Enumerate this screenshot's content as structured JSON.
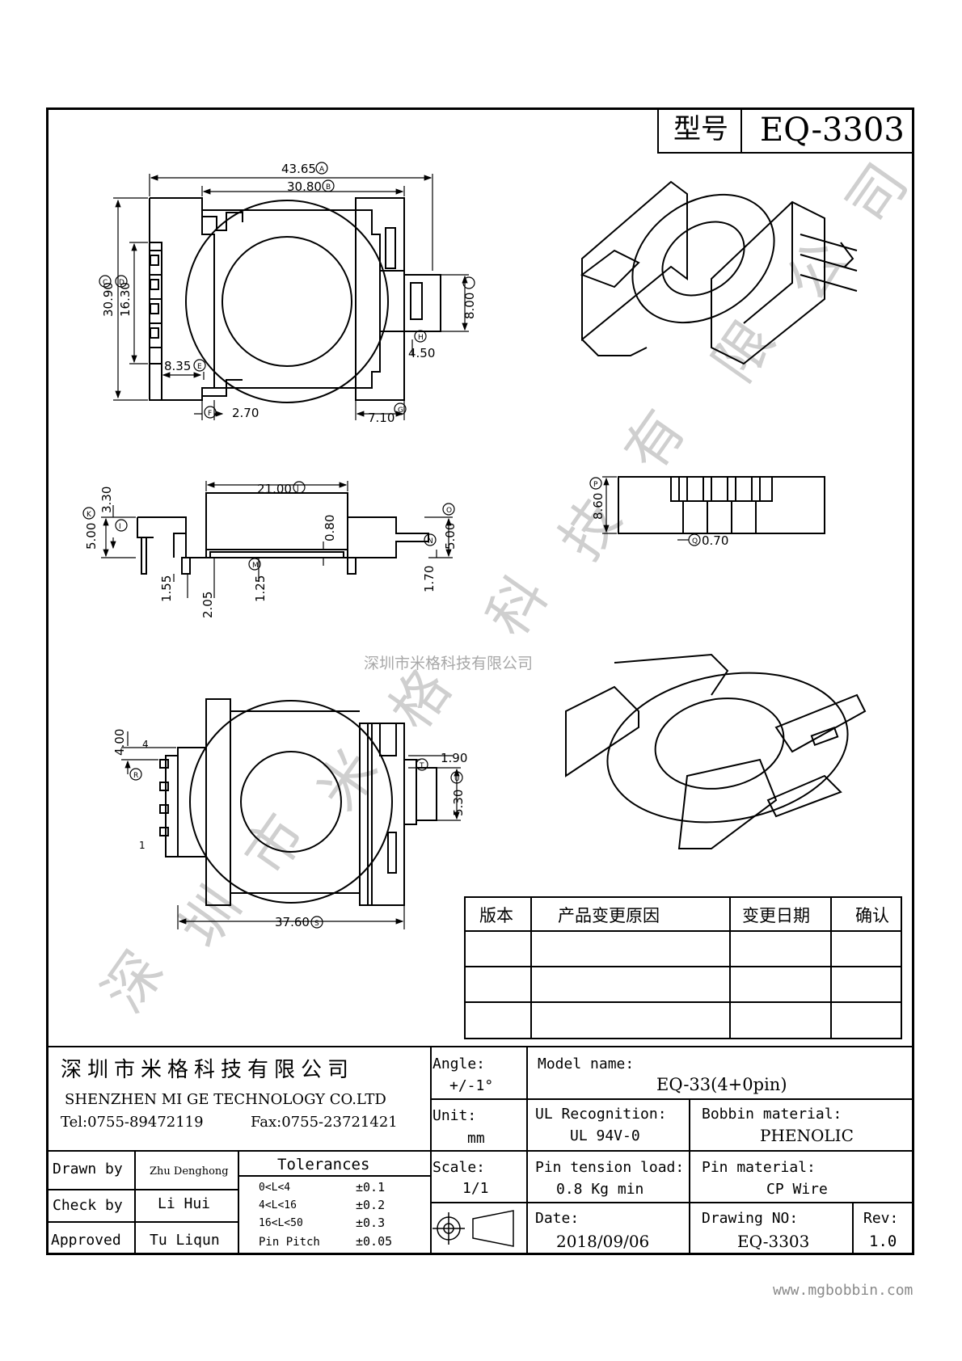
{
  "header": {
    "model_label": "型号",
    "model_value": "EQ-3303"
  },
  "top_view": {
    "dim_A": "43.65",
    "mark_A": "A",
    "dim_B": "30.80",
    "mark_B": "B",
    "dim_C": "30.90",
    "mark_C": "C",
    "dim_D": "16.30",
    "mark_D": "D",
    "dim_E": "8.35",
    "mark_E": "E",
    "dim_F": "2.70",
    "mark_F": "F",
    "dim_G": "7.10",
    "mark_G": "G",
    "dim_H": "4.50",
    "mark_H": "H",
    "dim_8": "8.00"
  },
  "side_view": {
    "dim_J": "21.00",
    "mark_J": "J",
    "dim_330": "3.30",
    "dim_500_l": "5.00",
    "mark_K": "K",
    "mark_I": "I",
    "dim_080": "0.80",
    "dim_500_r": "5.00",
    "mark_O": "O",
    "mark_N": "N",
    "dim_155": "1.55",
    "dim_205": "2.05",
    "dim_125": "1.25",
    "mark_M": "M",
    "dim_170": "1.70"
  },
  "pin_view": {
    "dim_P": "8.60",
    "mark_P": "P",
    "dim_Q": "0.70",
    "mark_Q": "Q"
  },
  "bottom_view": {
    "dim_400": "4.00",
    "mark_R": "R",
    "pin_4": "4",
    "pin_1": "1",
    "dim_190": "1.90",
    "mark_T": "T",
    "dim_530": "5.30",
    "mark_U": "U",
    "dim_S": "37.60",
    "mark_S": "S"
  },
  "watermark_line": "深圳市米格科技有限公司",
  "watermark_diag": [
    "深",
    "圳",
    "市",
    "米",
    "格",
    "科",
    "技",
    "有",
    "限",
    "公",
    "司"
  ],
  "revision_table": {
    "headers": [
      "版本",
      "产品变更原因",
      "变更日期",
      "确认"
    ],
    "rows": [
      [
        "",
        "",
        "",
        ""
      ],
      [
        "",
        "",
        "",
        ""
      ],
      [
        "",
        "",
        "",
        ""
      ]
    ]
  },
  "title_block": {
    "company_cn": "深圳市米格科技有限公司",
    "company_en": "SHENZHEN  MI GE TECHNOLOGY  CO.LTD",
    "tel": "Tel:0755-89472119",
    "fax": "Fax:0755-23721421",
    "angle_label": "Angle:",
    "angle_value": "+/-1°",
    "unit_label": "Unit:",
    "unit_value": "mm",
    "scale_label": "Scale:",
    "scale_value": "1/1",
    "model_name_label": "Model name:",
    "model_name_value": "EQ-33(4+0pin)",
    "ul_label": "UL Recognition:",
    "ul_value": "UL 94V-0",
    "bobbin_label": "Bobbin material:",
    "bobbin_value": "PHENOLIC",
    "pin_tension_label": "Pin tension load:",
    "pin_tension_value": "0.8 Kg min",
    "pin_material_label": "Pin material:",
    "pin_material_value": "CP Wire",
    "date_label": "Date:",
    "date_value": "2018/09/06",
    "drawing_no_label": "Drawing NO:",
    "drawing_no_value": "EQ-3303",
    "rev_label": "Rev:",
    "rev_value": "1.0",
    "drawn_label": "Drawn by",
    "drawn_value": "Zhu Denghong",
    "check_label": "Check by",
    "check_value": "Li Hui",
    "approved_label": "Approved",
    "approved_value": "Tu Liqun",
    "tolerances_title": "Tolerances",
    "tolerances": [
      {
        "range": "0<L<4",
        "value": "±0.1"
      },
      {
        "range": "4<L<16",
        "value": "±0.2"
      },
      {
        "range": "16<L<50",
        "value": "±0.3"
      },
      {
        "range": "Pin Pitch",
        "value": "±0.05"
      }
    ]
  },
  "website": "www.mgbobbin.com"
}
